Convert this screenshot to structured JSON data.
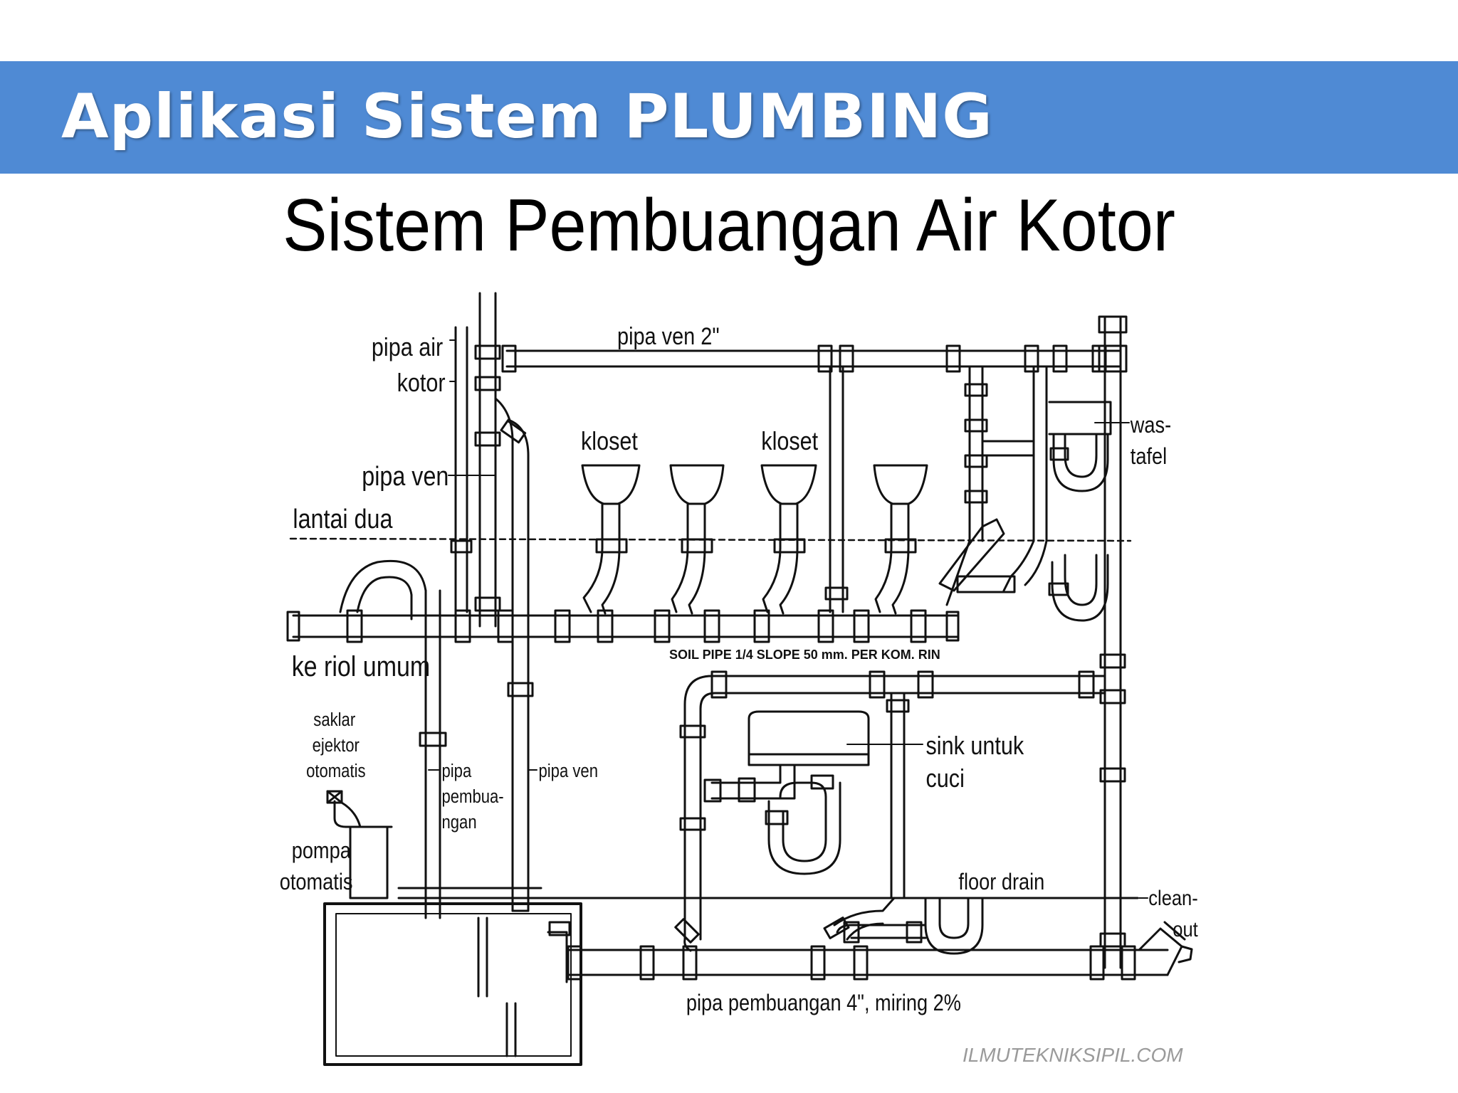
{
  "header": {
    "title": "Aplikasi Sistem PLUMBING"
  },
  "slide": {
    "subtitle": "Sistem Pembuangan Air Kotor"
  },
  "diagram": {
    "labels": {
      "pipa_air_kotor_1": "pipa air",
      "pipa_air_kotor_2": "kotor",
      "pipa_ven_2": "pipa ven 2\"",
      "kloset_1": "kloset",
      "kloset_2": "kloset",
      "pipa_ven": "pipa ven",
      "lantai_dua": "lantai dua",
      "was_tafel_1": "was-",
      "was_tafel_2": "tafel",
      "ke_riol_umum": "ke riol umum",
      "soil_pipe_note": "SOIL PIPE  1/4 SLOPE  50 mm. PER  KOM. RIN",
      "saklar_1": "saklar",
      "saklar_2": "ejektor",
      "saklar_3": "otomatis",
      "pipa_pembuangan_1": "pipa",
      "pipa_pembuangan_2": "pembua-",
      "pipa_pembuangan_3": "ngan",
      "pipa_ven_lower": "pipa ven",
      "sink_1": "sink untuk",
      "sink_2": "cuci",
      "pompa_1": "pompa",
      "pompa_2": "otomatis",
      "floor_drain": "floor drain",
      "clean_out_1": "clean-",
      "clean_out_2": "out",
      "pipa_pembuangan_4": "pipa pembuangan 4\", miring 2%",
      "watermark": "ILMUTEKNIKSIPIL.COM"
    }
  }
}
